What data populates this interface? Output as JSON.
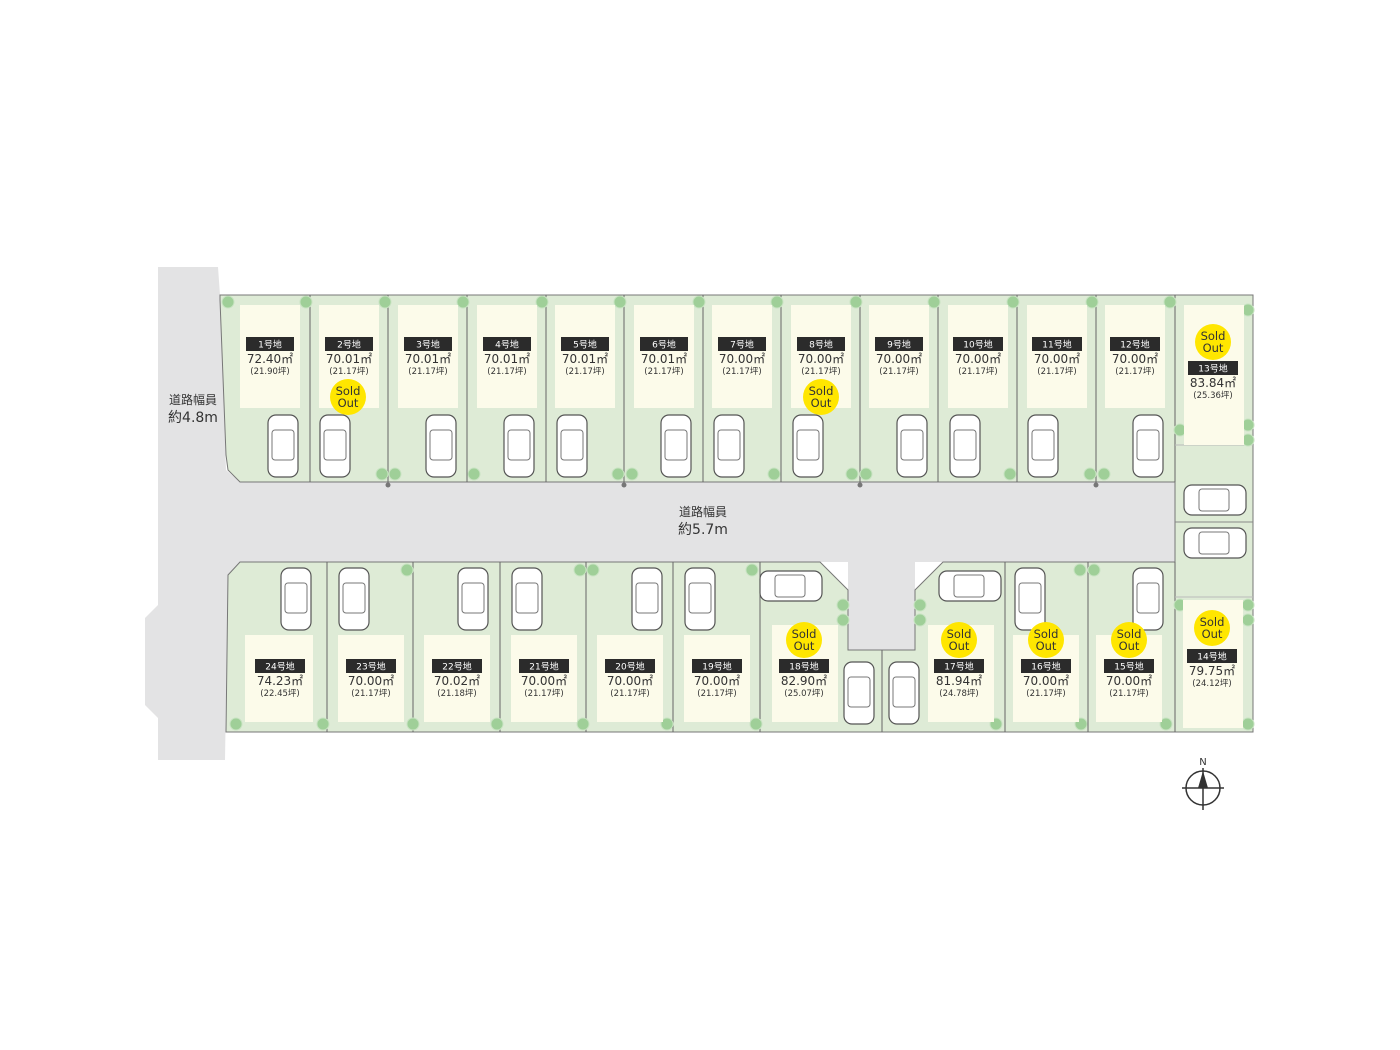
{
  "colors": {
    "road": "#e3e3e4",
    "lot": "#deebd6",
    "building": "#fcfbea",
    "label_bg": "#2b2b2b",
    "sold_out": "#ffe600",
    "tree": "#9fcf98",
    "line": "#555555"
  },
  "roads": {
    "side": {
      "name": "道路幅員",
      "width": "約4.8m"
    },
    "main": {
      "name": "道路幅員",
      "width": "約5.7m"
    }
  },
  "sold_out_label": {
    "line1": "Sold",
    "line2": "Out"
  },
  "compass": {
    "north": "N"
  },
  "lots": [
    {
      "label": "1号地",
      "area": "72.40㎡",
      "tsubo": "(21.90坪)",
      "sold_out": false
    },
    {
      "label": "2号地",
      "area": "70.01㎡",
      "tsubo": "(21.17坪)",
      "sold_out": true
    },
    {
      "label": "3号地",
      "area": "70.01㎡",
      "tsubo": "(21.17坪)",
      "sold_out": false
    },
    {
      "label": "4号地",
      "area": "70.01㎡",
      "tsubo": "(21.17坪)",
      "sold_out": false
    },
    {
      "label": "5号地",
      "area": "70.01㎡",
      "tsubo": "(21.17坪)",
      "sold_out": false
    },
    {
      "label": "6号地",
      "area": "70.01㎡",
      "tsubo": "(21.17坪)",
      "sold_out": false
    },
    {
      "label": "7号地",
      "area": "70.00㎡",
      "tsubo": "(21.17坪)",
      "sold_out": false
    },
    {
      "label": "8号地",
      "area": "70.00㎡",
      "tsubo": "(21.17坪)",
      "sold_out": true
    },
    {
      "label": "9号地",
      "area": "70.00㎡",
      "tsubo": "(21.17坪)",
      "sold_out": false
    },
    {
      "label": "10号地",
      "area": "70.00㎡",
      "tsubo": "(21.17坪)",
      "sold_out": false
    },
    {
      "label": "11号地",
      "area": "70.00㎡",
      "tsubo": "(21.17坪)",
      "sold_out": false
    },
    {
      "label": "12号地",
      "area": "70.00㎡",
      "tsubo": "(21.17坪)",
      "sold_out": false
    },
    {
      "label": "13号地",
      "area": "83.84㎡",
      "tsubo": "(25.36坪)",
      "sold_out": true
    },
    {
      "label": "14号地",
      "area": "79.75㎡",
      "tsubo": "(24.12坪)",
      "sold_out": true
    },
    {
      "label": "15号地",
      "area": "70.00㎡",
      "tsubo": "(21.17坪)",
      "sold_out": true
    },
    {
      "label": "16号地",
      "area": "70.00㎡",
      "tsubo": "(21.17坪)",
      "sold_out": true
    },
    {
      "label": "17号地",
      "area": "81.94㎡",
      "tsubo": "(24.78坪)",
      "sold_out": true
    },
    {
      "label": "18号地",
      "area": "82.90㎡",
      "tsubo": "(25.07坪)",
      "sold_out": true
    },
    {
      "label": "19号地",
      "area": "70.00㎡",
      "tsubo": "(21.17坪)",
      "sold_out": false
    },
    {
      "label": "20号地",
      "area": "70.00㎡",
      "tsubo": "(21.17坪)",
      "sold_out": false
    },
    {
      "label": "21号地",
      "area": "70.00㎡",
      "tsubo": "(21.17坪)",
      "sold_out": false
    },
    {
      "label": "22号地",
      "area": "70.02㎡",
      "tsubo": "(21.18坪)",
      "sold_out": false
    },
    {
      "label": "23号地",
      "area": "70.00㎡",
      "tsubo": "(21.17坪)",
      "sold_out": false
    },
    {
      "label": "24号地",
      "area": "74.23㎡",
      "tsubo": "(22.45坪)",
      "sold_out": false
    }
  ]
}
